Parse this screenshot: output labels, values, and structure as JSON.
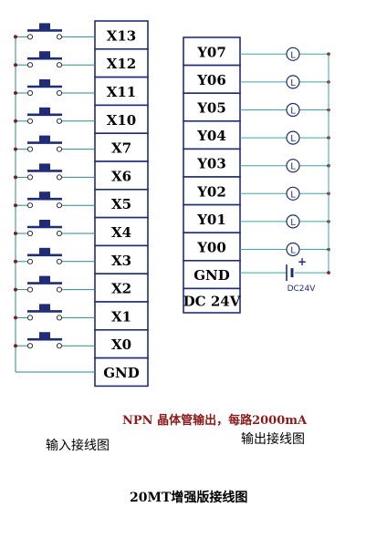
{
  "input_block": {
    "terminals": [
      "X13",
      "X12",
      "X11",
      "X10",
      "X7",
      "X6",
      "X5",
      "X4",
      "X3",
      "X2",
      "X1",
      "X0"
    ],
    "gnd_label": "GND",
    "caption": "输入接线图"
  },
  "output_block": {
    "terminals": [
      "Y07",
      "Y06",
      "Y05",
      "Y04",
      "Y03",
      "Y02",
      "Y01",
      "Y00"
    ],
    "lamp_symbol": "L",
    "gnd_label": "GND",
    "power_label": "DC 24V",
    "battery_plus": "+",
    "battery_label": "DC24V",
    "caption": "输出接线图"
  },
  "note": "NPN 晶体管输出，每路2000mA",
  "title": "20MT增强版接线图",
  "colors": {
    "wire": "#1f2d78",
    "input_wire": "#2b8a8a",
    "output_wire": "#3aa6a6",
    "terminal_dot": "#7a1f1f",
    "note": "#8b1a1a"
  }
}
